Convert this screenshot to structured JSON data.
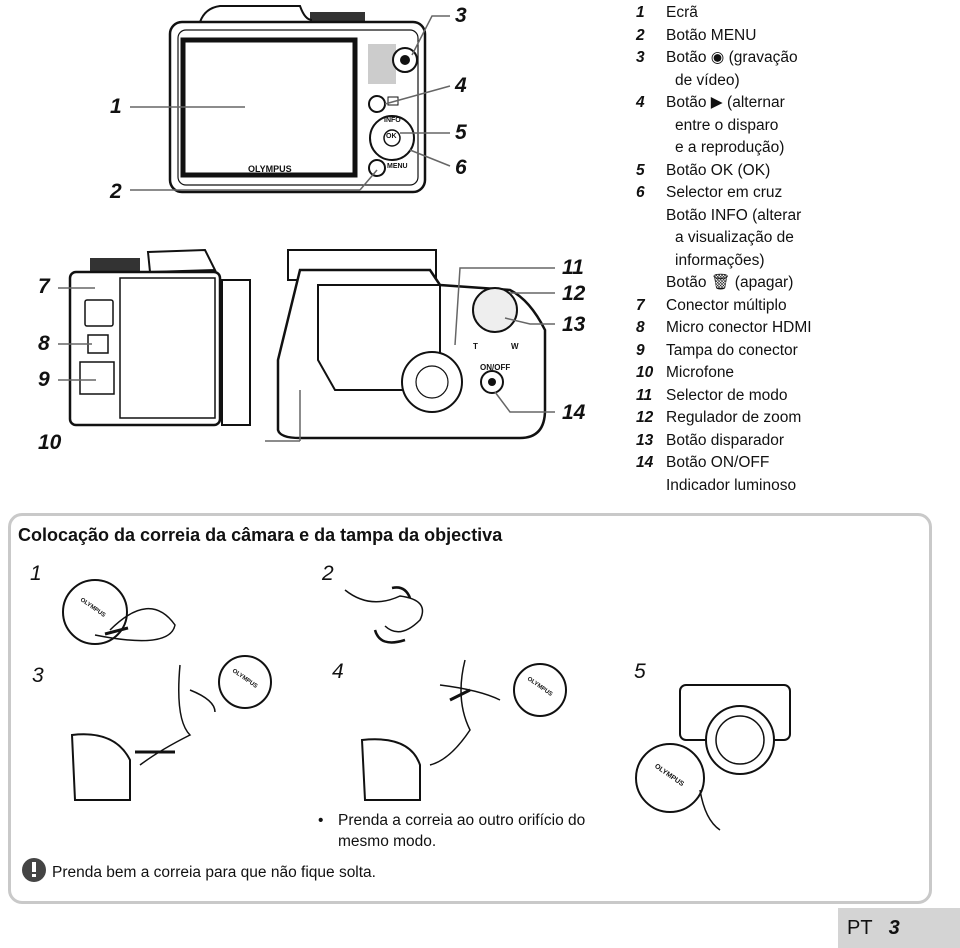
{
  "camera_callouts": [
    "1",
    "2",
    "3",
    "4",
    "5",
    "6",
    "7",
    "8",
    "9",
    "10",
    "11",
    "12",
    "13",
    "14"
  ],
  "camera_labels": {
    "brand": "OLYMPUS",
    "info": "INFO",
    "ok": "OK",
    "menu": "MENU",
    "on_off": "ON/OFF",
    "zoom_t": "T",
    "zoom_w": "W"
  },
  "legend": [
    {
      "num": "1",
      "lines": [
        "Ecrã"
      ]
    },
    {
      "num": "2",
      "lines": [
        "Botão MENU"
      ]
    },
    {
      "num": "3",
      "lines": [
        "Botão ◉ (gravação",
        "de vídeo)"
      ]
    },
    {
      "num": "4",
      "lines": [
        "Botão ▶ (alternar",
        "entre o disparo",
        "e a reprodução)"
      ]
    },
    {
      "num": "5",
      "lines": [
        "Botão OK (OK)"
      ]
    },
    {
      "num": "6",
      "lines": [
        "Selector em cruz",
        "Botão INFO (alterar",
        "a visualização de",
        "informações)",
        "Botão 🗑 (apagar)"
      ]
    },
    {
      "num": "7",
      "lines": [
        "Conector múltiplo"
      ]
    },
    {
      "num": "8",
      "lines": [
        "Micro conector HDMI"
      ]
    },
    {
      "num": "9",
      "lines": [
        "Tampa do conector"
      ]
    },
    {
      "num": "10",
      "lines": [
        "Microfone"
      ]
    },
    {
      "num": "11",
      "lines": [
        "Selector de modo"
      ]
    },
    {
      "num": "12",
      "lines": [
        "Regulador de zoom"
      ]
    },
    {
      "num": "13",
      "lines": [
        "Botão disparador"
      ]
    },
    {
      "num": "14",
      "lines": [
        "Botão ON/OFF",
        "Indicador luminoso"
      ]
    }
  ],
  "strap_section": {
    "title": "Colocação da correia da câmara e da tampa da objectiva",
    "steps": [
      "1",
      "2",
      "3",
      "4",
      "5"
    ],
    "cap_brand": "OLYMPUS",
    "bullet_note": "Prenda a correia ao outro orifício do mesmo modo.",
    "caution_note": "Prenda bem a correia para que não fique solta."
  },
  "footer": {
    "lang": "PT",
    "page": "3"
  }
}
